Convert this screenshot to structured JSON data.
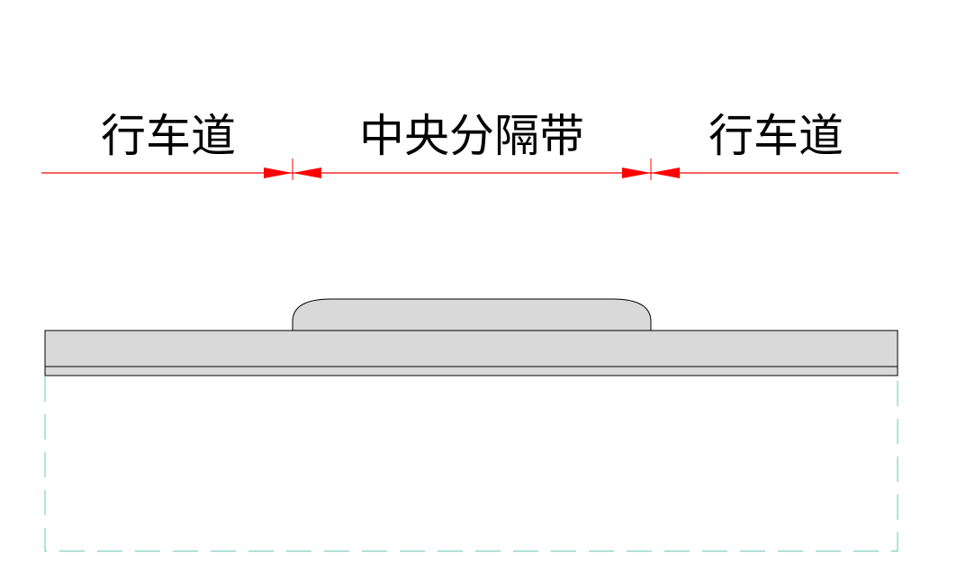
{
  "labels": {
    "left_lane": "行车道",
    "median": "中央分隔带",
    "right_lane": "行车道"
  },
  "colors": {
    "dimension_line": "#ff0000",
    "pavement_fill": "#d9d9d9",
    "outline": "#000000",
    "subgrade_dash": "#7fd1c0",
    "background": "#ffffff"
  }
}
